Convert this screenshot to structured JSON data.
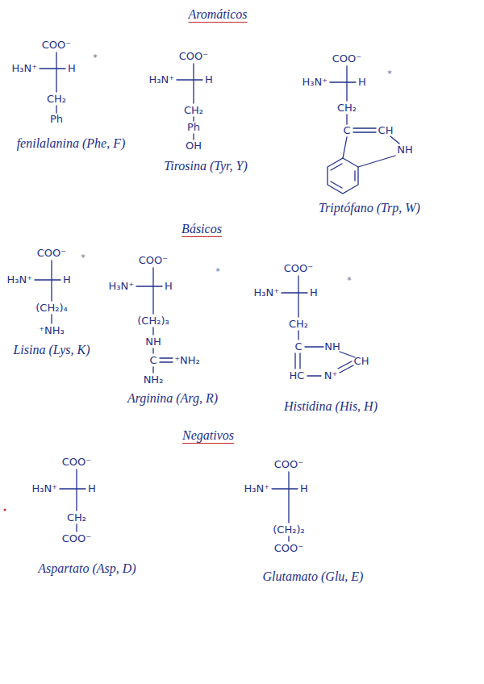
{
  "diagram": {
    "labels": [
      "Aromáticos",
      "COO⁻",
      "H₃N⁺",
      "H",
      "CH₂",
      "Ph",
      "fenilalanina (Phe, F)",
      "*",
      "COO⁻",
      "H₃N⁺",
      "H",
      "CH₂",
      "Ph",
      "OH",
      "Tirosina (Tyr, Y)",
      "COO⁻",
      "H₃N⁺",
      "H",
      "CH₂",
      "C",
      "CH",
      "NH",
      "Triptófano (Trp, W)",
      "*",
      "Básicos",
      "COO⁻",
      "H₃N⁺",
      "H",
      "(CH₂)₄",
      "⁺NH₃",
      "Lisina (Lys, K)",
      "*",
      "COO⁻",
      "H₃N⁺",
      "H",
      "(CH₂)₃",
      "NH",
      "C",
      "⁺NH₂",
      "NH₂",
      "Arginina (Arg, R)",
      "*",
      "COO⁻",
      "H₃N⁺",
      "H",
      "CH₂",
      "C",
      "NH",
      "HC",
      "N⁺",
      "CH",
      "Histidina (His, H)",
      "*",
      "Negativos",
      "COO⁻",
      "H₃N⁺",
      "H",
      "CH₂",
      "COO⁻",
      "Aspartato (Asp, D)",
      "COO⁻",
      "H₃N⁺",
      "H",
      "(CH₂)₂",
      "COO⁻",
      "Glutamato (Glu, E)"
    ]
  }
}
